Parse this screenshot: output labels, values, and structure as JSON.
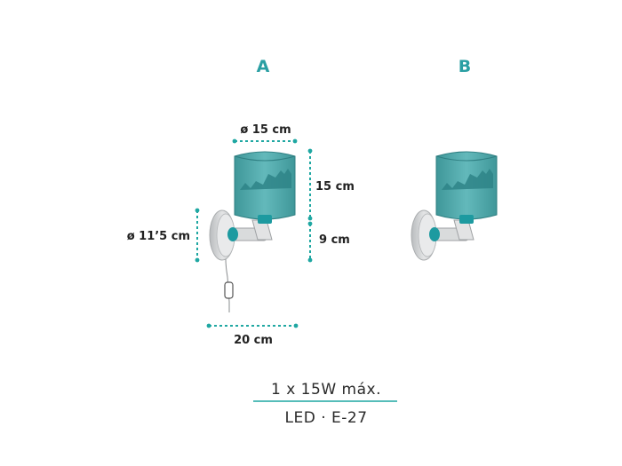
{
  "variants": {
    "a": "A",
    "b": "B"
  },
  "dimensions": {
    "shade_diameter": "ø 15 cm",
    "shade_height": "15 cm",
    "arm_height": "9 cm",
    "base_diameter": "ø 11’5 cm",
    "depth": "20 cm"
  },
  "spec": {
    "power": "1 x 15W máx.",
    "type": "LED · E-27"
  },
  "colors": {
    "accent": "#2a9fa3",
    "shade_front": "#5fb7b9",
    "shade_dark": "#3e8f92",
    "base": "#d7d9da",
    "dimension_line": "#1fa7a2"
  }
}
